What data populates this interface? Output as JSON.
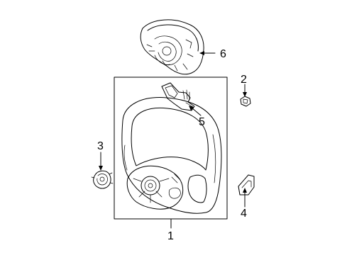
{
  "diagram": {
    "parts": [
      {
        "id": "steering-wheel",
        "callout": "1"
      },
      {
        "id": "nut",
        "callout": "2"
      },
      {
        "id": "damper",
        "callout": "3"
      },
      {
        "id": "bracket",
        "callout": "4"
      },
      {
        "id": "switch-assembly",
        "callout": "5"
      },
      {
        "id": "airbag-module",
        "callout": "6"
      }
    ]
  }
}
